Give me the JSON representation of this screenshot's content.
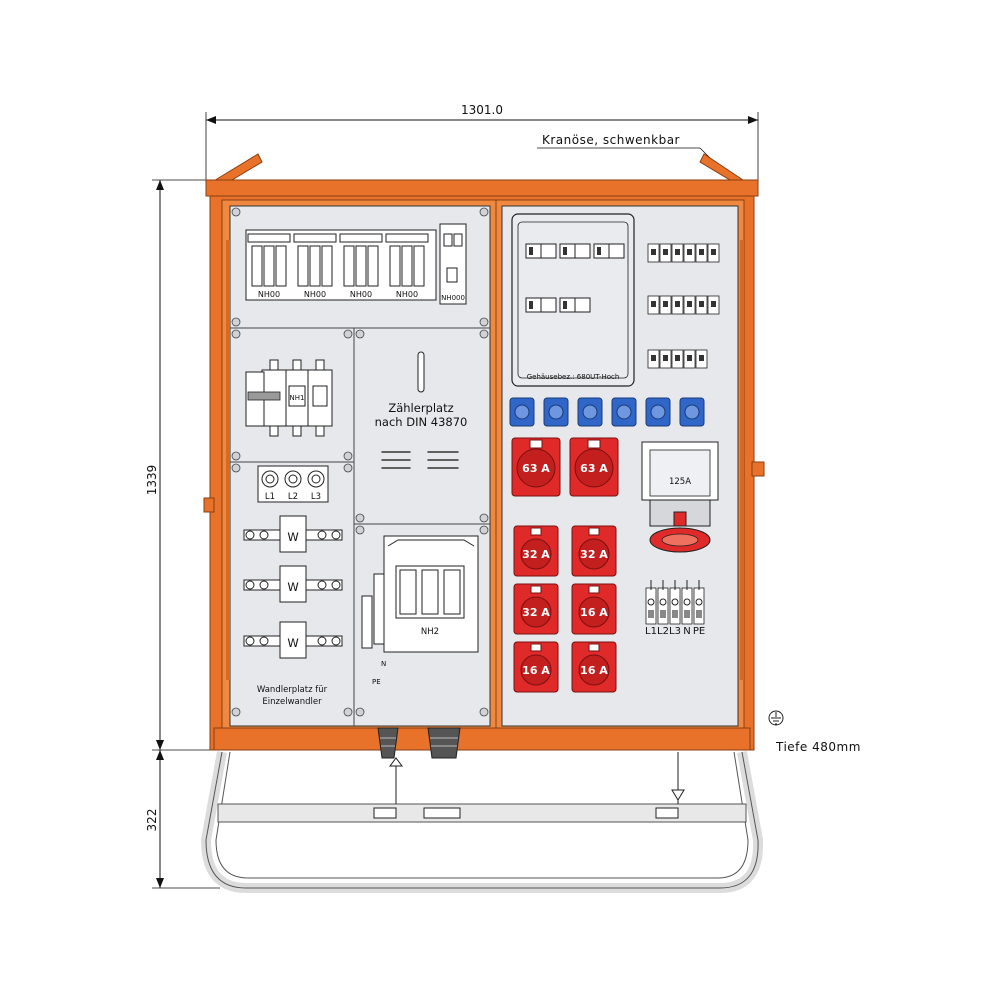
{
  "dimensions": {
    "width": "1301.0",
    "height_cabinet": "1339",
    "height_stand": "322"
  },
  "notes": {
    "crane_eye": "Kranöse, schwenkbar",
    "depth": "Tiefe 480mm",
    "ground_symbol": "earth-ground"
  },
  "fuses_top": [
    "NH00",
    "NH00",
    "NH00",
    "NH00"
  ],
  "main_fuse": "NH000",
  "disconnector_label": "NH1",
  "phase_labels": [
    "L1",
    "L2",
    "L3"
  ],
  "transformer_label": "W",
  "transformer_caption": [
    "Wandlerplatz für",
    "Einzelwandler"
  ],
  "meter_place": [
    "Zählerplatz",
    "nach DIN 43870"
  ],
  "nh2_label": "NH2",
  "nh2_terminals": [
    "N",
    "PE"
  ],
  "enclosure_label": "Gehäusebez.: 680UT-Hoch",
  "cee_sockets": {
    "row1": [
      "63 A",
      "63 A"
    ],
    "row2": [
      "32 A",
      "32 A"
    ],
    "row3": [
      "32 A",
      "16 A"
    ],
    "row4": [
      "16 A",
      "16 A"
    ]
  },
  "cee_125": "125A",
  "terminal_labels": [
    "L1",
    "L2",
    "L3",
    "N",
    "PE"
  ],
  "colors": {
    "frame": "#e8722a",
    "frame_dark": "#b6561c",
    "panel": "#e6e8ec",
    "socket_red": "#e02a2a",
    "socket_blue": "#2f66c7",
    "stand": "#dcdcdc"
  }
}
